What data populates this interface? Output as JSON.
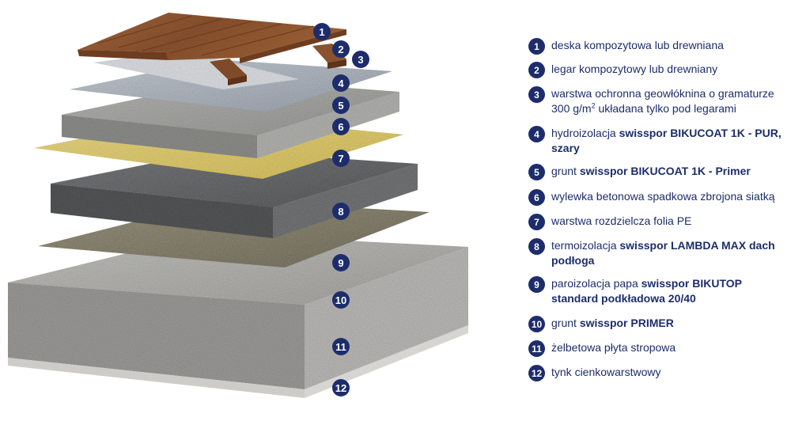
{
  "colors": {
    "badge": "#1d2d6b",
    "text": "#1d2d6b",
    "wood": "#9a5d35",
    "membrane_grey": "#b8bec7",
    "concrete": "#a9a9a6",
    "pe_foil": "#e2cf72",
    "insulation": "#6d6f71",
    "bitumen": "#8c8773",
    "slab": "#b1b0ad"
  },
  "layers": [
    {
      "number": "1",
      "parts": [
        {
          "text": "deska kompozytowa lub drewniana"
        }
      ]
    },
    {
      "number": "2",
      "parts": [
        {
          "text": "legar kompozytowy lub drewniany"
        }
      ]
    },
    {
      "number": "3",
      "parts": [
        {
          "text": "warstwa ochronna geowłóknina o gramaturze 300 g/m"
        },
        {
          "text": "2",
          "sup": true
        },
        {
          "text": " układana tylko pod legarami"
        }
      ]
    },
    {
      "number": "4",
      "parts": [
        {
          "text": "hydroizolacja "
        },
        {
          "text": "swisspor BIKUCOAT 1K - PUR, szary",
          "bold": true
        }
      ]
    },
    {
      "number": "5",
      "parts": [
        {
          "text": "grunt "
        },
        {
          "text": "swisspor BIKUCOAT 1K - Primer",
          "bold": true
        }
      ]
    },
    {
      "number": "6",
      "parts": [
        {
          "text": "wylewka betonowa spadkowa zbrojona siatką"
        }
      ]
    },
    {
      "number": "7",
      "parts": [
        {
          "text": "warstwa rozdzielcza folia PE"
        }
      ]
    },
    {
      "number": "8",
      "parts": [
        {
          "text": "termoizolacja "
        },
        {
          "text": "swisspor LAMBDA MAX dach podłoga",
          "bold": true
        }
      ]
    },
    {
      "number": "9",
      "parts": [
        {
          "text": "paroizolacja papa "
        },
        {
          "text": "swisspor BIKUTOP standard podkładowa 20/40",
          "bold": true
        }
      ]
    },
    {
      "number": "10",
      "parts": [
        {
          "text": "grunt "
        },
        {
          "text": "swisspor PRIMER",
          "bold": true
        }
      ]
    },
    {
      "number": "11",
      "parts": [
        {
          "text": "żelbetowa płyta stropowa"
        }
      ]
    },
    {
      "number": "12",
      "parts": [
        {
          "text": "tynk cienkowarstwowy"
        }
      ]
    }
  ]
}
